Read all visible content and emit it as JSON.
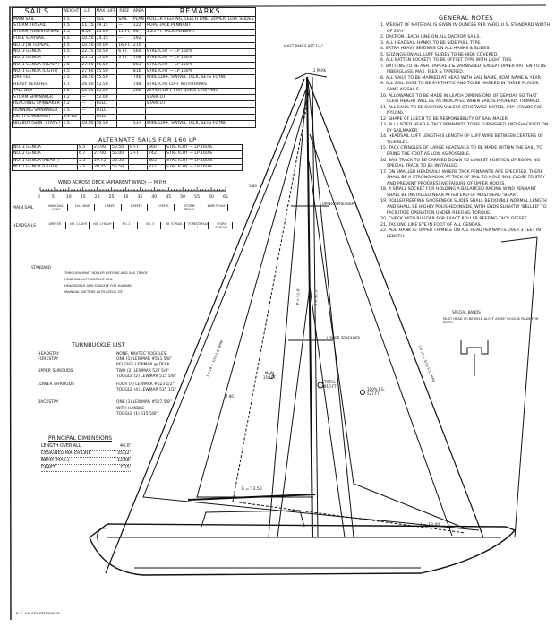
{
  "sails_table": {
    "headers": [
      "Sails",
      "Weight",
      "L.P.",
      "Max Luff",
      "Reef",
      "Area",
      "Remarks"
    ],
    "rows": [
      [
        "Main Sail",
        "8.5",
        "—",
        "See",
        "Sail",
        "Plan",
        "Roller reefing, Leech line, zipper, luff slides"
      ],
      [
        "Storm Trysail",
        "8.5",
        "11.15",
        "19.15",
        "—",
        "122",
        "Rope tack pennant"
      ],
      [
        "Storm Forestaysail",
        "8.5",
        "8.00",
        "24.00",
        "11 ft.",
        "96",
        "1.25 ft. tack pennant"
      ],
      [
        "Fore Staysail",
        "8.5",
        "10.50",
        "34.15",
        "—",
        "192",
        ""
      ],
      [
        "No. 3 Jib Topsail",
        "8.5",
        "10.50",
        "40.00",
        "16 ft.",
        "210",
        ""
      ],
      [
        "No. 3 Genoa",
        "8.5",
        "22.15",
        "50.50",
        "6 ft.",
        "560",
        "Stretchy — LP 150%"
      ],
      [
        "No. 2 Genoa",
        "6.7",
        "25.75",
        "55.00",
        "3 ft.",
        "708",
        "Stretchy — LP 150%"
      ],
      [
        "No. 1 Genoa (heavy)",
        "5.5",
        "27.60",
        "55.50",
        "",
        "803",
        "Stretchy — LP 150%"
      ],
      [
        "No. 1 Genoa (light)",
        "3.5",
        "27.60",
        "55.50",
        "",
        "816",
        "Stretchy — LP 150%"
      ],
      [
        "Drifter",
        "1.5",
        "28.50",
        "55.50",
        "",
        "746",
        "Wire luff, swivel tack, sets flying"
      ],
      [
        "Heavy Reacher",
        "4.7",
        "26.00",
        "52.50",
        "",
        "748",
        "Stretchy luff with hanks"
      ],
      [
        "Tall Boy",
        "4.5",
        "10.50",
        "52.00",
        "",
        "280",
        "Zipper luff for quick stopping"
      ],
      [
        "Storm Spinnaker",
        "3.2",
        "—",
        "52.00",
        "",
        "",
        "Starcut"
      ],
      [
        "Reaching Spinnaker",
        "2.2",
        "—",
        "Full",
        "",
        "",
        "Starcut"
      ],
      [
        "Running Spinnaker",
        "1.5",
        "—",
        "Full",
        "",
        "",
        ""
      ],
      [
        "Light Spinnaker",
        "3/4 oz",
        "—",
        "Full",
        "",
        "",
        ""
      ],
      [
        "Big Boy (Spin. Stays.)",
        "1.5",
        "19.00",
        "56.50",
        "",
        "537",
        "Wire luff, swivel tack, sets flying"
      ]
    ]
  },
  "alternate": {
    "title": "Alternate Sails for 160 LP",
    "rows": [
      [
        "No. 3 Genoa",
        "8.5",
        "23.00",
        "50.50",
        "6 ft.",
        "560",
        "Stretchy — LP 160%"
      ],
      [
        "No. 2 Genoa",
        "6.7",
        "27.00",
        "55.00",
        "3 ft.",
        "742",
        "Stretchy — LP 160%"
      ],
      [
        "No. 1 Genoa (heavy)",
        "5.5",
        "29.75",
        "55.50",
        "",
        "865",
        "Stretchy — LP 160%"
      ],
      [
        "No. 1 Genoa (light)",
        "3.5",
        "29.75",
        "55.50",
        "",
        "871",
        "Stretchy — LP 160%"
      ]
    ]
  },
  "wind_scale": {
    "title": "Wind across deck (apparent wind) — M.P.H.",
    "ticks": [
      "0",
      "5",
      "10",
      "15",
      "20",
      "25",
      "30",
      "35",
      "40",
      "45",
      "50",
      "55",
      "60",
      "65"
    ],
    "mainsail_label": "Main Sail",
    "mainsail_ranges": [
      "Main sail light",
      "Full main",
      "1 reef",
      "2 reefs",
      "3 reefs",
      "Storm trysail",
      "Bare poles"
    ],
    "headsails_label": "Headsails",
    "headsail_ranges": [
      "Drifter",
      "No. 1 light",
      "No. 1 heavy",
      "No. 2",
      "No. 3",
      "Jib topsail",
      "Forestaysail",
      "Storm staysail"
    ]
  },
  "standard": {
    "title": "Standard",
    "items": [
      "Through mast roller reefing and sail track",
      "Headsail luff groove foil",
      "Headboard and shackle for halyard",
      "Mainsail battens with leech tie"
    ]
  },
  "turnbuckle": {
    "title": "Turnbuckle List",
    "rows": [
      {
        "name": "Headstay",
        "lines": [
          "None, Navtec toggles"
        ]
      },
      {
        "name": "Forestay",
        "lines": [
          "One (1) Lewmar #511 5/8\"",
          "Release lewmar @ deck"
        ]
      },
      {
        "name": "Upper Shrouds",
        "lines": [
          "Two (2) Lewmar 527 5/8\"",
          "Toggle (2) Lewmar 515 5/8\""
        ]
      },
      {
        "name": "Lower Shrouds",
        "lines": [
          "Four (4) Lewmar #523 1/2\"",
          "Toggle (4) Lewmar 515 1/2\""
        ]
      },
      {
        "name": "Backstay",
        "lines": [
          "One (1) Lewmar #527 5/8\"",
          "with handle",
          "Toggle (1) 515 5/8\""
        ]
      }
    ]
  },
  "dimensions": {
    "title": "Principal Dimensions",
    "rows": [
      {
        "label": "Length over all",
        "value": "44.0'"
      },
      {
        "label": "Designed water line",
        "value": "35.12'"
      },
      {
        "label": "Beam (max.)",
        "value": "12.58'"
      },
      {
        "label": "Draft",
        "value": "7.15'"
      }
    ]
  },
  "general_notes": {
    "title": "General Notes",
    "items": [
      "1. Weight of material is given in ounces per yard, U.S. standard width of 28½\".",
      "2. Dacron leach line on all Dacron sails.",
      "3. All headsail hanks to be side pull type.",
      "4. Extra heavy seizings on all hanks & slides.",
      "5. Seizings on all luff slides to be hide covered.",
      "6. All batten pockets to be offset type with light ties.",
      "7. Battens to be ash, tapered & varnished, except upper batten to be fiberglass, max. flex & tapered.",
      "8. All sails to be marked at head with sail name, boat name & year.",
      "9. All sail bags to be synthetic and to be marked in three places, same as sails.",
      "10. Allowance to be made in leach dimensions of genoas so that clew height will be as indicated when sail is properly trimmed.",
      "11. All sails to be Dacron unless otherwise noted; (\"N\" stands for nylon).",
      "12. Shape of leech to be responsibility of sail maker.",
      "13. All listed head & tack pennants to be furnished and shackled on by sailmaker.",
      "14. Headsail luff length is length of luff wire between centers of thimbles.",
      "15. Tack cringles of large headsails to be made within the sail, to bring the foot as low as possible.",
      "16. Sail track to be carried down to lowest position of boom; no special track to be installed.",
      "17. On smaller headsails where tack pennants are specified, there shall be a strong hook at tack of sail to hold sail close to stay and prevent progressive failure of upper hooks.",
      "18. A small socket for holding a balanced racing wind pennant shall be installed near after end of masthead \"bear\".",
      "19. Roller reefing gooseneck slides shall be double normal length and shall be highly polished inside, with ends slightly 'belled' to facilitate operation under reefing torque.",
      "20. Check with builder for exact roller reefing tack offset.",
      "21. Tacking line eye in foot of all genoas.",
      "22. Add hank at upper thimble on all head pennants over 3 feet in length."
    ]
  },
  "drawing": {
    "mast_rake": "Mast rakes aft 1½\"",
    "masthead_note": "2 peak",
    "spreader_notes": [
      "Upper spreader",
      "Lower spreader"
    ],
    "main_label": "Main",
    "main_area": "358 ft",
    "total_label": "Total",
    "total_area": "910 ft",
    "fore_label": "100% F.G.",
    "fore_area": "527 ft",
    "p_label": "P = 51.0'",
    "i_label": "I = 57.3'",
    "e_label": "E = 13.50",
    "j_label": "J = 18.40",
    "special_title": "Special bands",
    "special_note": "Must head to be held aloft as 96\" rock is made for boom",
    "clew_label_1": "5.80",
    "clew_label_2": "7.80",
    "stay_label": "7 x 19 — 5/16 S.S. wire",
    "backstay_label": "1 x 19 — 5/16 S.S. wire",
    "signature": "R. S. Halsey  Sparmaker"
  }
}
